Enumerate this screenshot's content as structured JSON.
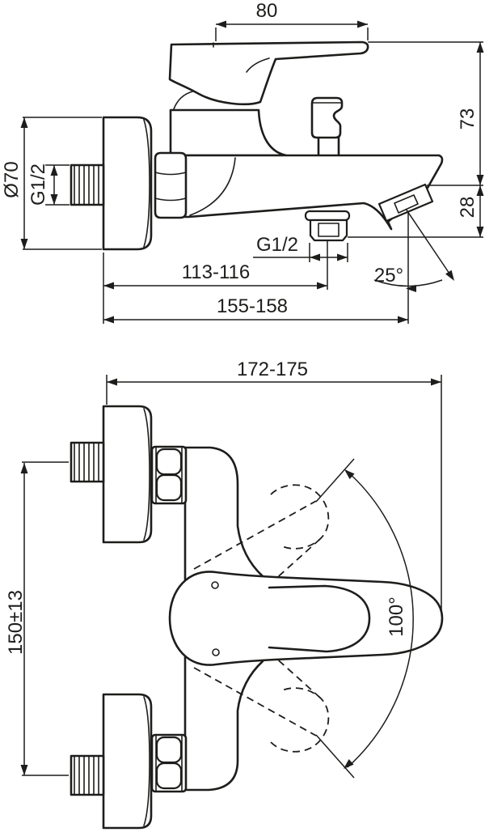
{
  "page": {
    "background": "#ffffff",
    "line_color": "#1d1d1b"
  },
  "side_view": {
    "name": "bath-shower-mixer-side-elevation",
    "labels": {
      "handle_width": "80",
      "height_above_axis": "73",
      "spout_drop": "28",
      "escutcheon_diameter": "Ø70",
      "inlet_thread": "G1/2",
      "shower_outlet_thread": "G1/2",
      "wall_to_shower_outlet": "113-116",
      "wall_to_spout_outlet": "155-158",
      "spout_angle": "25°"
    }
  },
  "top_view": {
    "name": "bath-shower-mixer-plan-view",
    "labels": {
      "overall_depth": "172-175",
      "hose_connection_centres": "150±13",
      "handle_swing_angle": "100°"
    }
  }
}
